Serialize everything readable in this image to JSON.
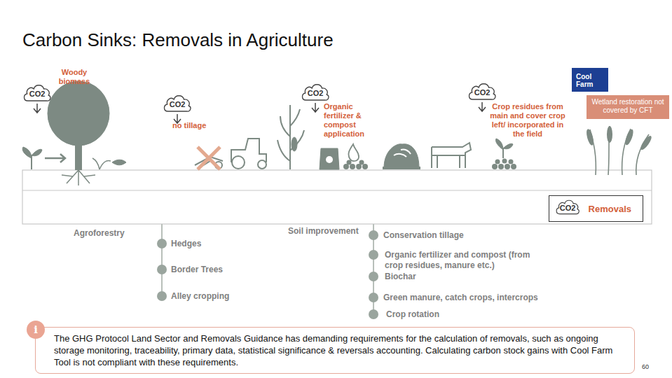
{
  "diagram": {
    "title": "Carbon Sinks: Removals in Agriculture",
    "nodes": [
      {
        "text": [
          "CO2"
        ]
      },
      {
        "text": [
          "CO2"
        ]
      },
      {
        "text": [
          "CO2"
        ]
      },
      {
        "text": [
          "CO2"
        ]
      },
      {
        "text": [
          "Cool Farm"
        ]
      },
      {
        "text": [
          "Wetland restoration not covered by CFT"
        ]
      },
      {
        "text": [
          "Removals"
        ]
      },
      {
        "text": [
          "CO2"
        ],
        "in": 6
      },
      {
        "text": [
          "The GHG Protocol Land Sector and Removals Guidance has demanding requirements for the calculation of removals, such as ongoing storage monitoring, traceability, primary data, statistical significance & reversals accounting. Calculating carbon stock gains with Cool Farm Tool is not compliant with these requirements."
        ]
      },
      {
        "text": [
          "i"
        ]
      }
    ],
    "labels": [
      "Woody biomass",
      "no tillage",
      "Organic fertilizer & compost application",
      "Crop residues from main and cover crop left/ incorporated in the field",
      "Agroforestry",
      "Hedges",
      "Border Trees",
      "Alley cropping",
      "Soil improvement",
      "Conservation tillage",
      "Organic fertilizer and compost (from crop residues, manure etc.)",
      "Biochar",
      "Green manure, catch crops, intercrops",
      "Crop rotation",
      "60"
    ]
  }
}
